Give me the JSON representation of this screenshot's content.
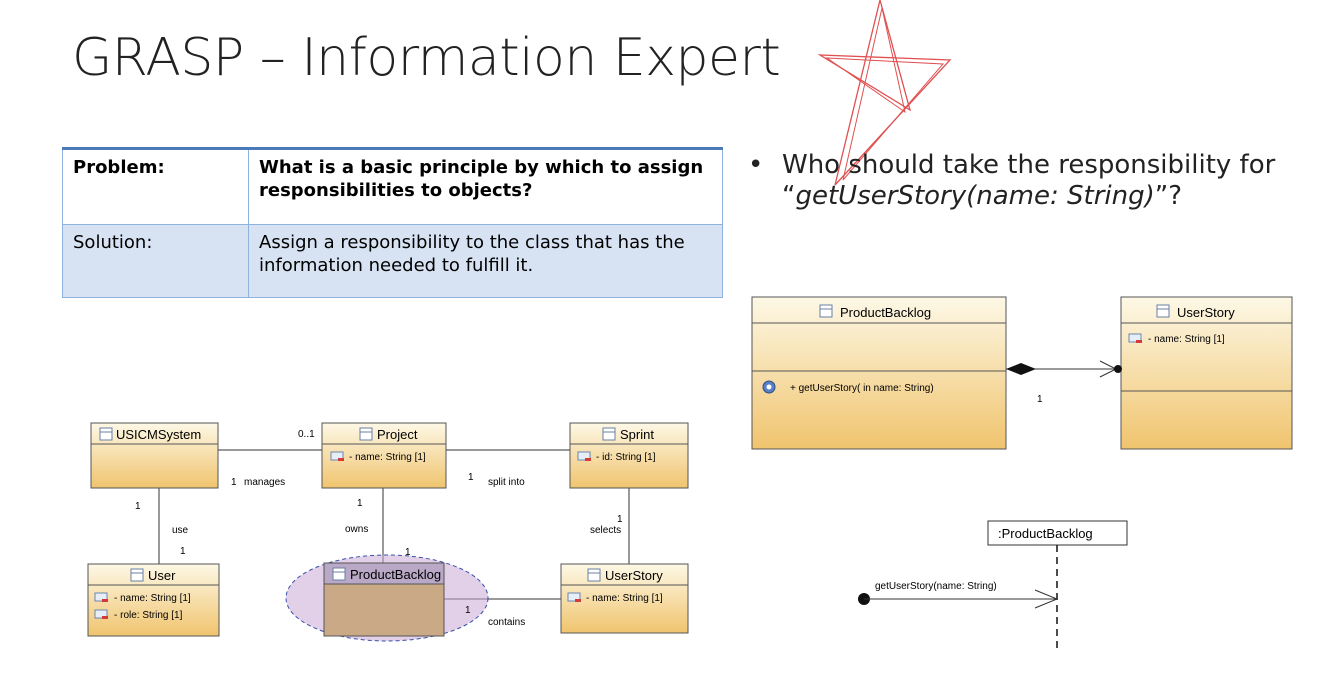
{
  "title": "GRASP – Information Expert",
  "table": {
    "problem_label": "Problem:",
    "problem_text": "What is a basic principle by which to assign responsibilities to objects?",
    "solution_label": "Solution:",
    "solution_text": "Assign a responsibility to the class that has the information needed to fulfill it."
  },
  "bullet": {
    "prefix": "Who should take the responsibility for “",
    "method": "getUserStory(name: String)",
    "suffix": "”?"
  },
  "domain_model": {
    "classes": {
      "usicm": {
        "name": "USICMSystem"
      },
      "project": {
        "name": "Project",
        "attr": "- name: String [1]"
      },
      "sprint": {
        "name": "Sprint",
        "attr": "- id: String [1]"
      },
      "user": {
        "name": "User",
        "attr1": "- name: String [1]",
        "attr2": "- role: String [1]"
      },
      "backlog": {
        "name": "ProductBacklog"
      },
      "userstory": {
        "name": "UserStory",
        "attr": "- name: String [1]"
      }
    },
    "labels": {
      "mult_01": "0..1",
      "manages_1": "1",
      "manages": "manages",
      "split_1": "1",
      "split_into": "split into",
      "usicm_1": "1",
      "use": "use",
      "user_1": "1",
      "project_1": "1",
      "owns": "owns",
      "backlog_1": "1",
      "sprint_1": "1",
      "selects": "selects",
      "contains_1": "1",
      "contains": "contains"
    }
  },
  "class_detail": {
    "backlog": {
      "name": "ProductBacklog",
      "op": "+ getUserStory(  in name: String)"
    },
    "userstory": {
      "name": "UserStory",
      "attr": "- name: String [1]"
    },
    "mult": "1"
  },
  "sequence": {
    "lifeline": ":ProductBacklog",
    "message": "getUserStory(name: String)"
  },
  "colors": {
    "class_fill_top": "#fdf8e6",
    "class_fill_bottom": "#f0c46e",
    "border": "#555555",
    "highlight": "#c9a9d6",
    "star": "#e05050"
  }
}
